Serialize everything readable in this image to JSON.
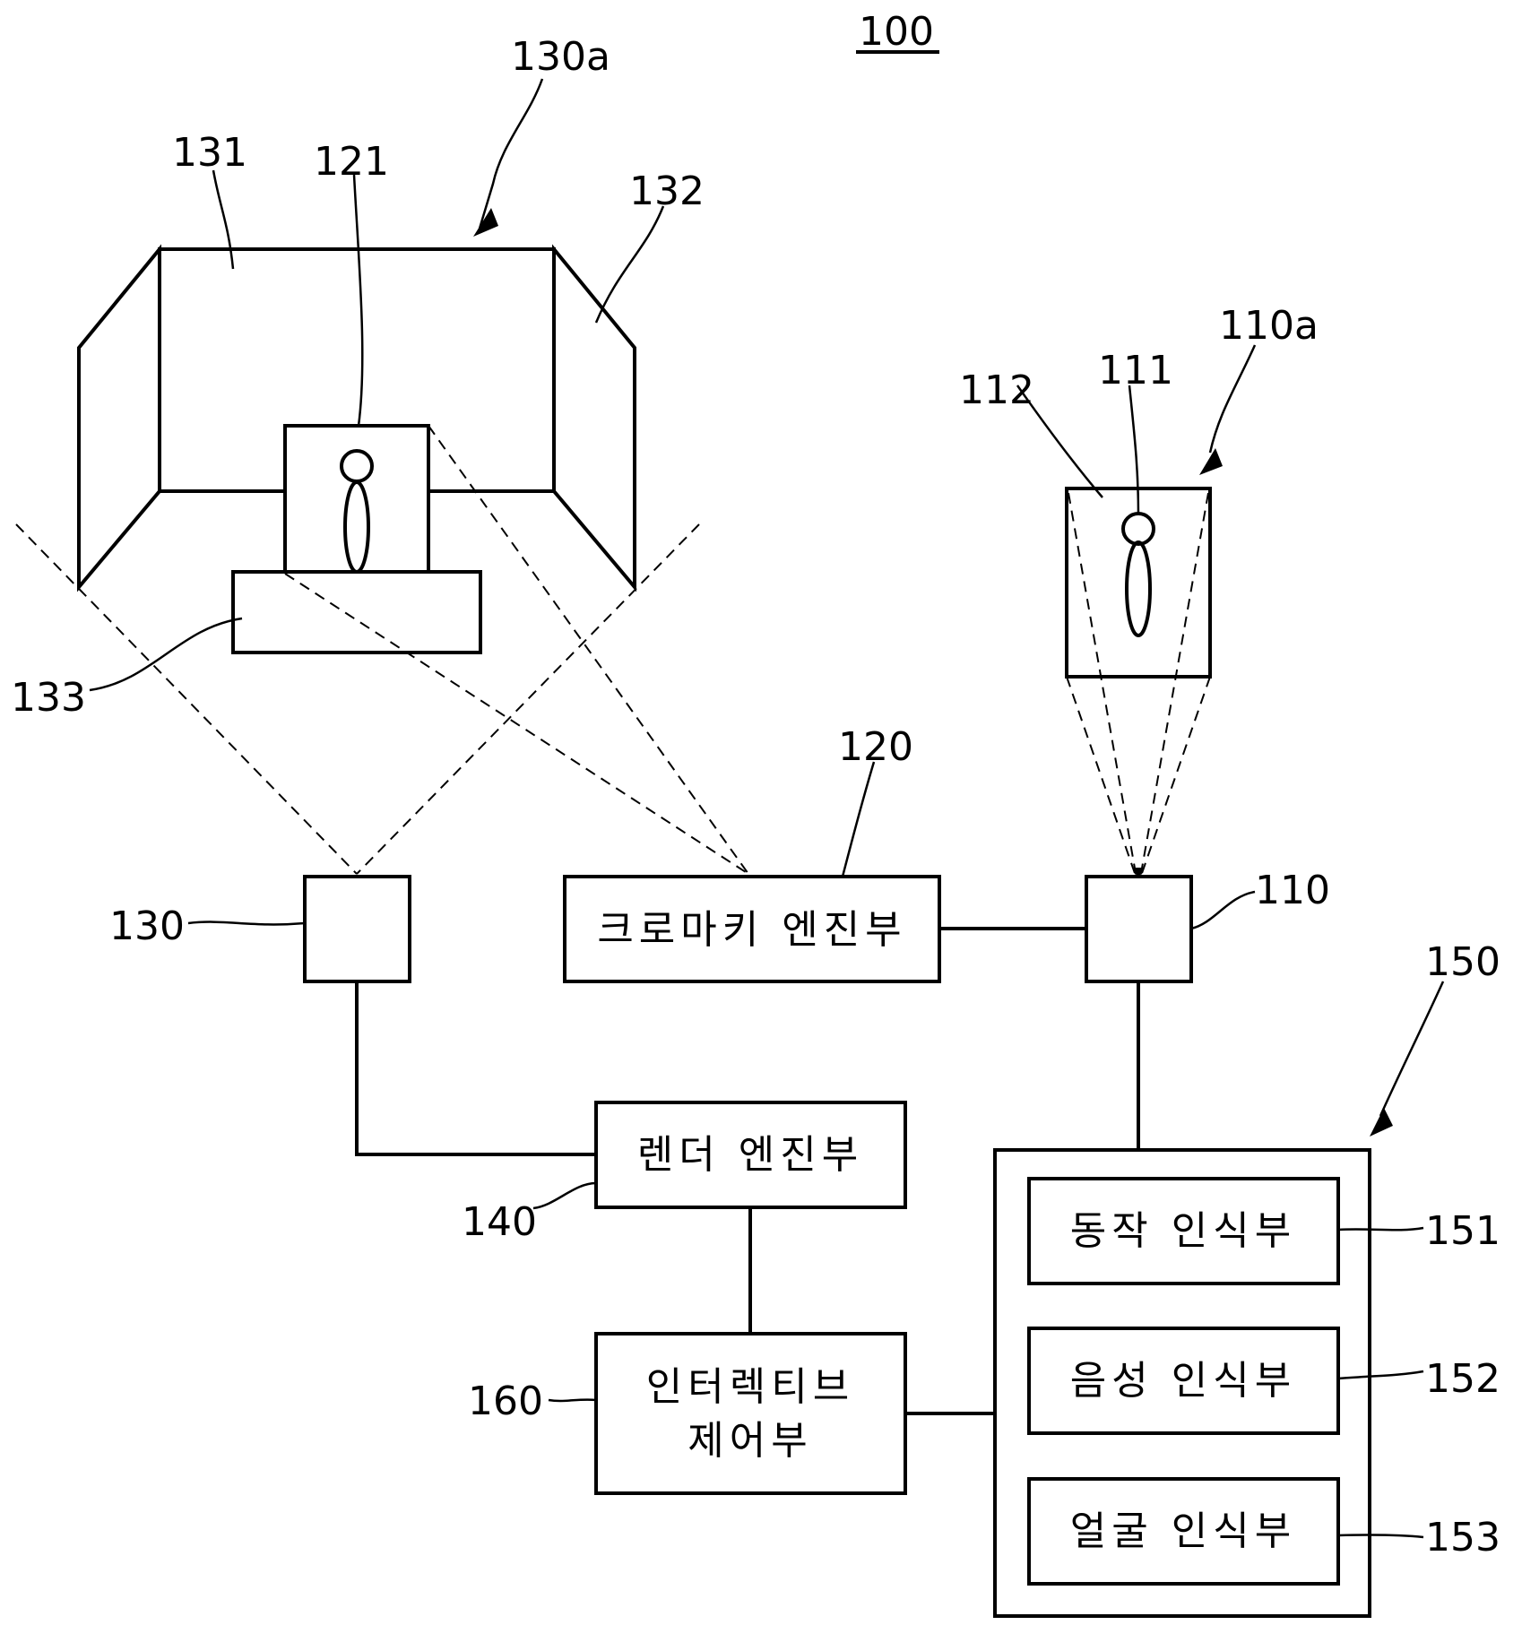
{
  "figure_number": "100",
  "labels": {
    "l130a": "130a",
    "l131": "131",
    "l121": "121",
    "l132": "132",
    "l133": "133",
    "l110a": "110a",
    "l112": "112",
    "l111": "111",
    "l120": "120",
    "l110": "110",
    "l130": "130",
    "l150": "150",
    "l140": "140",
    "l151": "151",
    "l152": "152",
    "l160": "160",
    "l153": "153"
  },
  "blocks": {
    "chromakey_engine": "크로마키 엔진부",
    "render_engine": "렌더 엔진부",
    "interactive_control_line1": "인터렉티브",
    "interactive_control_line2": "제어부",
    "motion_recognition": "동작 인식부",
    "voice_recognition": "음성 인식부",
    "face_recognition": "얼굴 인식부"
  }
}
